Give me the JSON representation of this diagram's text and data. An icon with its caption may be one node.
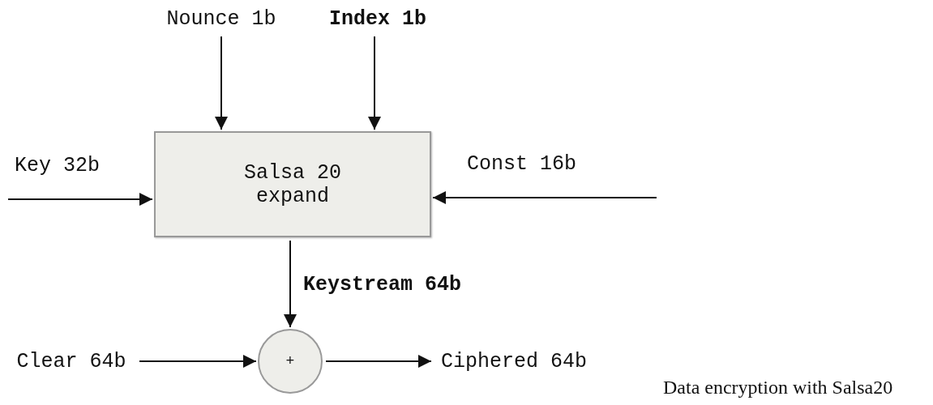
{
  "diagram": {
    "caption": "Data encryption with Salsa20",
    "nodes": [
      {
        "text": [
          "Salsa 20 expand"
        ]
      },
      {
        "text": [
          "+"
        ]
      },
      {
        "text": [
          "Nounce 1b"
        ]
      },
      {
        "text": [
          "**Index 1b**"
        ]
      },
      {
        "text": [
          "Clear 64b"
        ]
      },
      {
        "text": [
          "Ciphered 64b"
        ]
      }
    ],
    "edges": [
      {
        "from": 2,
        "to": 0,
        "arrow": "to"
      },
      {
        "from": 3,
        "to": 0,
        "arrow": "to"
      },
      {
        "from": null,
        "to": 0,
        "arrow": "to",
        "label": "Key 32b"
      },
      {
        "from": null,
        "to": 0,
        "arrow": "to",
        "label": "Const 16b"
      },
      {
        "from": 0,
        "to": 1,
        "arrow": "to",
        "label": "**Keystream 64b**"
      },
      {
        "from": 4,
        "to": 1,
        "arrow": "to"
      },
      {
        "from": 1,
        "to": 5,
        "arrow": "to"
      }
    ]
  }
}
